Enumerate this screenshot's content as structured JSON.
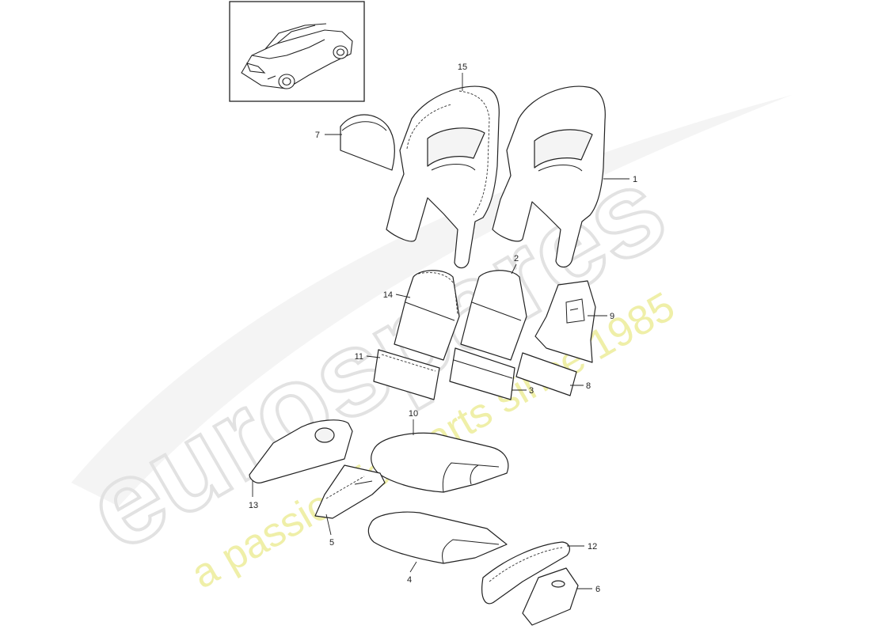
{
  "watermark": {
    "brand": "eurospares",
    "tagline": "a passion for parts since 1985",
    "brand_color": "#e6e6e6",
    "tagline_color": "#ecec9a"
  },
  "thumbnail": {
    "icon": "roadster-car-icon"
  },
  "callouts": [
    {
      "id": "15",
      "text": "15"
    },
    {
      "id": "7",
      "text": "7"
    },
    {
      "id": "1",
      "text": "1"
    },
    {
      "id": "2",
      "text": "2"
    },
    {
      "id": "14",
      "text": "14"
    },
    {
      "id": "9",
      "text": "9"
    },
    {
      "id": "11",
      "text": "11"
    },
    {
      "id": "3",
      "text": "3"
    },
    {
      "id": "8",
      "text": "8"
    },
    {
      "id": "10",
      "text": "10"
    },
    {
      "id": "13",
      "text": "13"
    },
    {
      "id": "5",
      "text": "5"
    },
    {
      "id": "4",
      "text": "4"
    },
    {
      "id": "12",
      "text": "12"
    },
    {
      "id": "6",
      "text": "6"
    }
  ]
}
